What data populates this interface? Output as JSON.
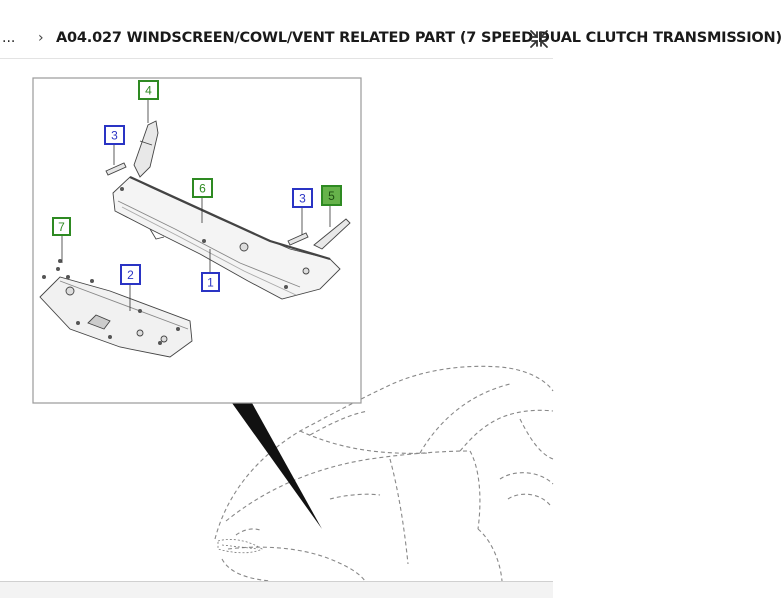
{
  "header": {
    "crumb_prev": "...",
    "crumb_separator": "›",
    "title": "A04.027 WINDSCREEN/COWL/VENT RELATED PART (7 SPEED DUAL CLUTCH TRANSMISSION)",
    "collapse_icon": "collapse-arrows-icon"
  },
  "diagram": {
    "callouts": [
      {
        "label": "4",
        "style": "green"
      },
      {
        "label": "3",
        "style": "blue"
      },
      {
        "label": "6",
        "style": "green"
      },
      {
        "label": "3",
        "style": "blue"
      },
      {
        "label": "5",
        "style": "green-filled"
      },
      {
        "label": "7",
        "style": "green"
      },
      {
        "label": "2",
        "style": "blue"
      },
      {
        "label": "1",
        "style": "blue"
      }
    ]
  },
  "colors": {
    "callout_blue": "#2a34c4",
    "callout_green": "#2e8a22",
    "callout_selected_fill": "#66b24a",
    "pointer": "#111111"
  }
}
